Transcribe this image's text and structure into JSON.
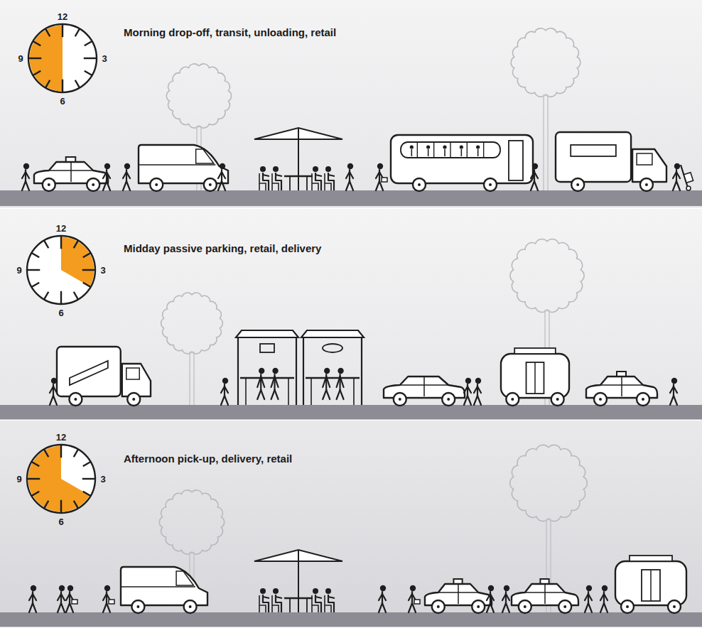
{
  "diagram": {
    "labels": [
      "Morning drop-off, transit, unloading, retail",
      "12",
      "3",
      "6",
      "9",
      "Midday passive parking, retail, delivery",
      "12",
      "3",
      "6",
      "9",
      "Afternoon pick-up, delivery, retail",
      "12",
      "3",
      "6",
      "9"
    ]
  }
}
